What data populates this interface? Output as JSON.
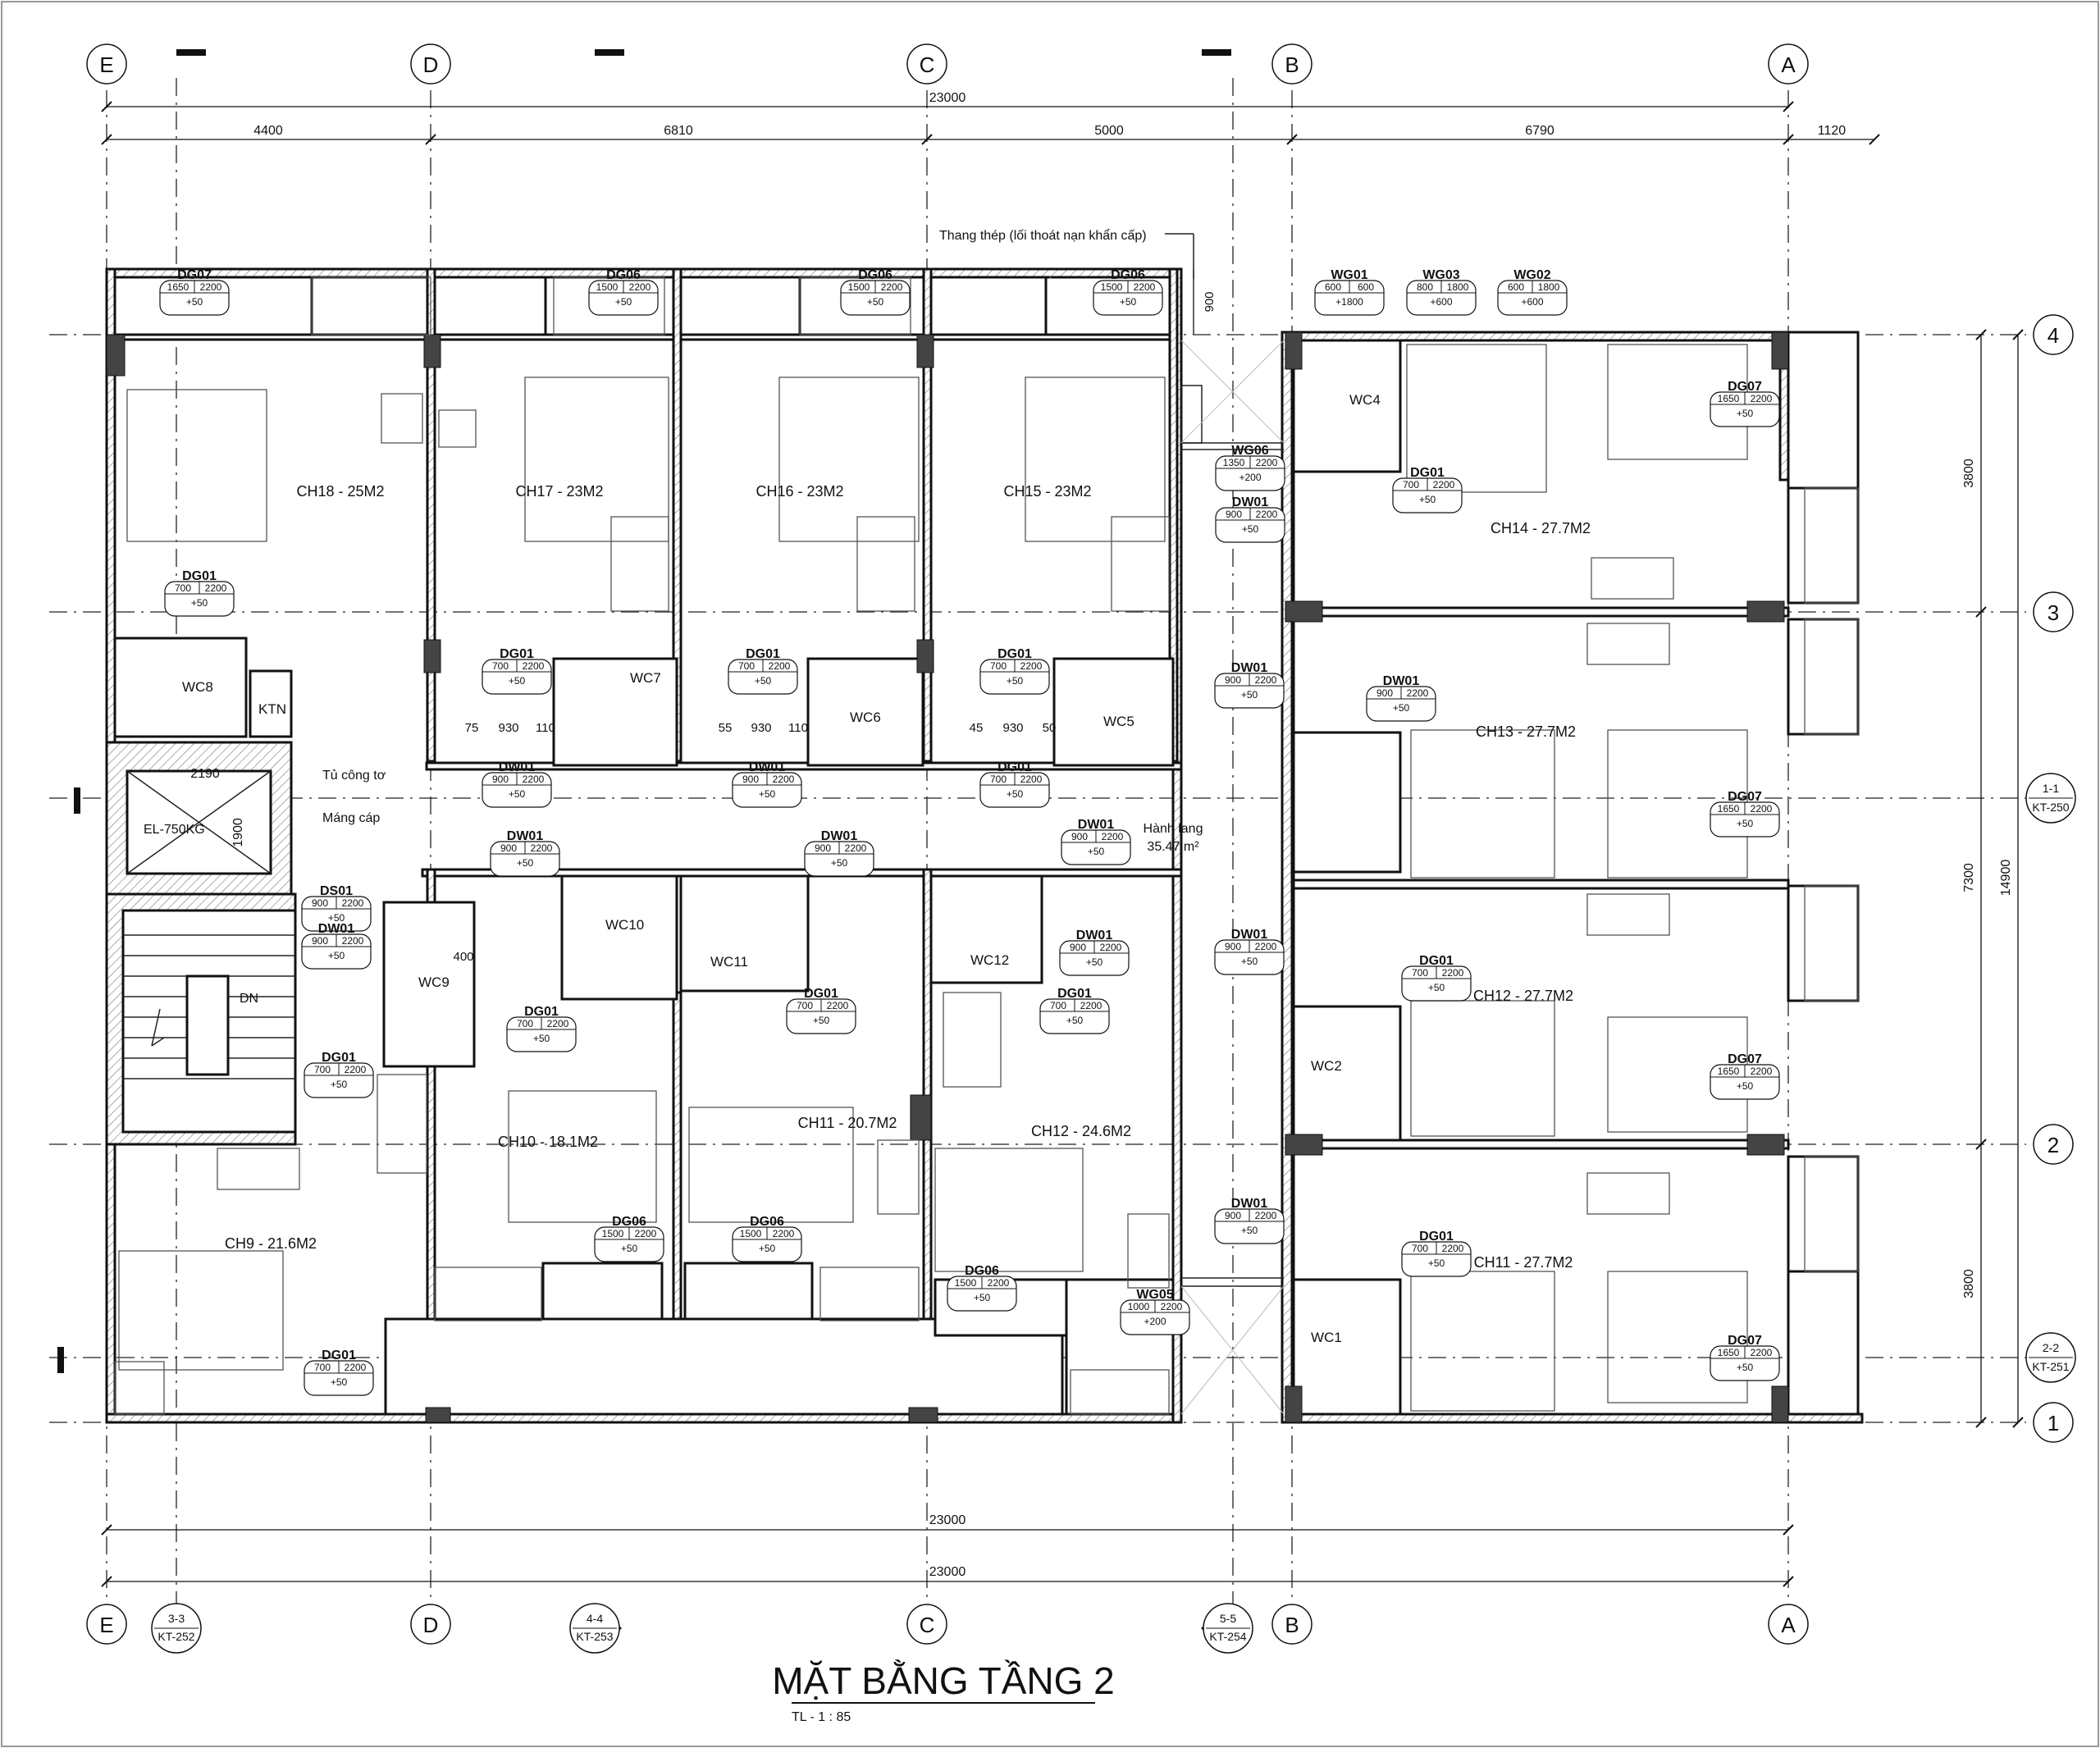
{
  "title": "MẶT BẰNG TẦNG 2",
  "scale": "TL - 1 : 85",
  "axes_columns": [
    "E",
    "D",
    "C",
    "B",
    "A"
  ],
  "axes_rows": [
    "4",
    "3",
    "2",
    "1"
  ],
  "dims": {
    "top_total": "23000",
    "top_segments": [
      "4400",
      "6810",
      "5000",
      "6790",
      "1120"
    ],
    "bottom_1": "23000",
    "bottom_2": "23000",
    "right_segments": [
      "3800",
      "7300",
      "3800"
    ],
    "right_total": "14900",
    "stair_w": "900",
    "elev_w": "2190",
    "elev_h": "1900",
    "wc_row_dims": [
      "75",
      "930",
      "110",
      "55",
      "930",
      "110",
      "45",
      "930",
      "50"
    ],
    "wc9": "400"
  },
  "sections": [
    {
      "id": "1-1",
      "sheet": "KT-250"
    },
    {
      "id": "2-2",
      "sheet": "KT-251"
    },
    {
      "id": "3-3",
      "sheet": "KT-252"
    },
    {
      "id": "4-4",
      "sheet": "KT-253"
    },
    {
      "id": "5-5",
      "sheet": "KT-254"
    }
  ],
  "rooms": [
    {
      "label": "CH18 - 25M2"
    },
    {
      "label": "CH17 - 23M2"
    },
    {
      "label": "CH16 - 23M2"
    },
    {
      "label": "CH15 - 23M2"
    },
    {
      "label": "CH14 - 27.7M2"
    },
    {
      "label": "CH13 - 27.7M2"
    },
    {
      "label": "CH12 - 27.7M2"
    },
    {
      "label": "CH11 - 27.7M2"
    },
    {
      "label": "CH10 - 18.1M2"
    },
    {
      "label": "CH11 - 20.7M2"
    },
    {
      "label": "CH12 - 24.6M2"
    },
    {
      "label": "CH9 - 21.6M2"
    }
  ],
  "wcs": [
    "WC1",
    "WC2",
    "WC4",
    "WC5",
    "WC6",
    "WC7",
    "WC8",
    "WC9",
    "WC10",
    "WC11",
    "WC12",
    "KTN"
  ],
  "notes": {
    "stair_steel": "Thang thép (lối thoát nạn khẩn cấp)",
    "corridor": "Hành lang",
    "corridor_area": "35.47 m²",
    "meter_box": "Tủ công tơ",
    "cable_tray": "Máng cáp",
    "elevator": "EL-750KG",
    "stair_down": "DN"
  },
  "tags": [
    {
      "code": "DG07",
      "w": "1650",
      "h": "2200",
      "sill": "+50"
    },
    {
      "code": "DG06",
      "w": "1500",
      "h": "2200",
      "sill": "+50"
    },
    {
      "code": "DG06",
      "w": "1500",
      "h": "2200",
      "sill": "+50"
    },
    {
      "code": "DG06",
      "w": "1500",
      "h": "2200",
      "sill": "+50"
    },
    {
      "code": "WG01",
      "w": "600",
      "h": "600",
      "sill": "+1800"
    },
    {
      "code": "WG03",
      "w": "800",
      "h": "1800",
      "sill": "+600"
    },
    {
      "code": "WG02",
      "w": "600",
      "h": "1800",
      "sill": "+600"
    },
    {
      "code": "DG07",
      "w": "1650",
      "h": "2200",
      "sill": "+50"
    },
    {
      "code": "WG06",
      "w": "1350",
      "h": "2200",
      "sill": "+200"
    },
    {
      "code": "DW01",
      "w": "900",
      "h": "2200",
      "sill": "+50"
    },
    {
      "code": "DG01",
      "w": "700",
      "h": "2200",
      "sill": "+50"
    },
    {
      "code": "DG01",
      "w": "700",
      "h": "2200",
      "sill": "+50"
    },
    {
      "code": "DG01",
      "w": "700",
      "h": "2200",
      "sill": "+50"
    },
    {
      "code": "DG01",
      "w": "700",
      "h": "2200",
      "sill": "+50"
    },
    {
      "code": "DG01",
      "w": "700",
      "h": "2200",
      "sill": "+50"
    },
    {
      "code": "DW01",
      "w": "900",
      "h": "2200",
      "sill": "+50"
    },
    {
      "code": "DW01",
      "w": "900",
      "h": "2200",
      "sill": "+50"
    },
    {
      "code": "DG01",
      "w": "700",
      "h": "2200",
      "sill": "+50"
    },
    {
      "code": "DW01",
      "w": "900",
      "h": "2200",
      "sill": "+50"
    },
    {
      "code": "DW01",
      "w": "900",
      "h": "2200",
      "sill": "+50"
    },
    {
      "code": "DW01",
      "w": "900",
      "h": "2200",
      "sill": "+50"
    },
    {
      "code": "DG07",
      "w": "1650",
      "h": "2200",
      "sill": "+50"
    },
    {
      "code": "DW01",
      "w": "900",
      "h": "2200",
      "sill": "+50"
    },
    {
      "code": "DW01",
      "w": "900",
      "h": "2200",
      "sill": "+50"
    },
    {
      "code": "DW01",
      "w": "900",
      "h": "2200",
      "sill": "+50"
    },
    {
      "code": "DW01",
      "w": "900",
      "h": "2200",
      "sill": "+50"
    },
    {
      "code": "DS01",
      "w": "900",
      "h": "2200",
      "sill": "+50"
    },
    {
      "code": "DW01",
      "w": "900",
      "h": "2200",
      "sill": "+50"
    },
    {
      "code": "DG01",
      "w": "700",
      "h": "2200",
      "sill": "+50"
    },
    {
      "code": "DG01",
      "w": "700",
      "h": "2200",
      "sill": "+50"
    },
    {
      "code": "DG01",
      "w": "700",
      "h": "2200",
      "sill": "+50"
    },
    {
      "code": "DG01",
      "w": "700",
      "h": "2200",
      "sill": "+50"
    },
    {
      "code": "DG01",
      "w": "700",
      "h": "2200",
      "sill": "+50"
    },
    {
      "code": "DG07",
      "w": "1650",
      "h": "2200",
      "sill": "+50"
    },
    {
      "code": "DW01",
      "w": "900",
      "h": "2200",
      "sill": "+50"
    },
    {
      "code": "DG01",
      "w": "700",
      "h": "2200",
      "sill": "+50"
    },
    {
      "code": "DG06",
      "w": "1500",
      "h": "2200",
      "sill": "+50"
    },
    {
      "code": "DG06",
      "w": "1500",
      "h": "2200",
      "sill": "+50"
    },
    {
      "code": "DG06",
      "w": "1500",
      "h": "2200",
      "sill": "+50"
    },
    {
      "code": "WG05",
      "w": "1000",
      "h": "2200",
      "sill": "+200"
    },
    {
      "code": "DG01",
      "w": "700",
      "h": "2200",
      "sill": "+50"
    },
    {
      "code": "DG07",
      "w": "1650",
      "h": "2200",
      "sill": "+50"
    }
  ]
}
